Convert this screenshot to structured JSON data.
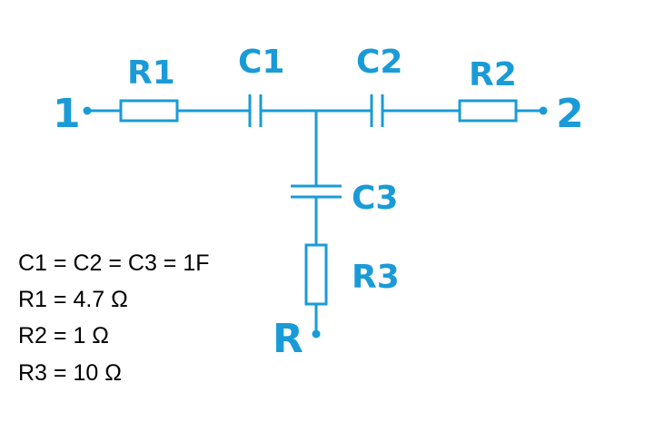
{
  "circuit": {
    "terminals": {
      "t1": "1",
      "t2": "2",
      "tr": "R"
    },
    "labels": {
      "r1": "R1",
      "c1": "C1",
      "c2": "C2",
      "r2": "R2",
      "c3": "C3",
      "r3": "R3"
    },
    "colors": {
      "wire": "#1a9bd7",
      "text": "#000000"
    }
  },
  "equations": {
    "caps": "C1 = C2 = C3 = 1F",
    "r1": "R1 = 4.7 Ω",
    "r2": "R2 = 1 Ω",
    "r3": "R3 = 10 Ω"
  }
}
